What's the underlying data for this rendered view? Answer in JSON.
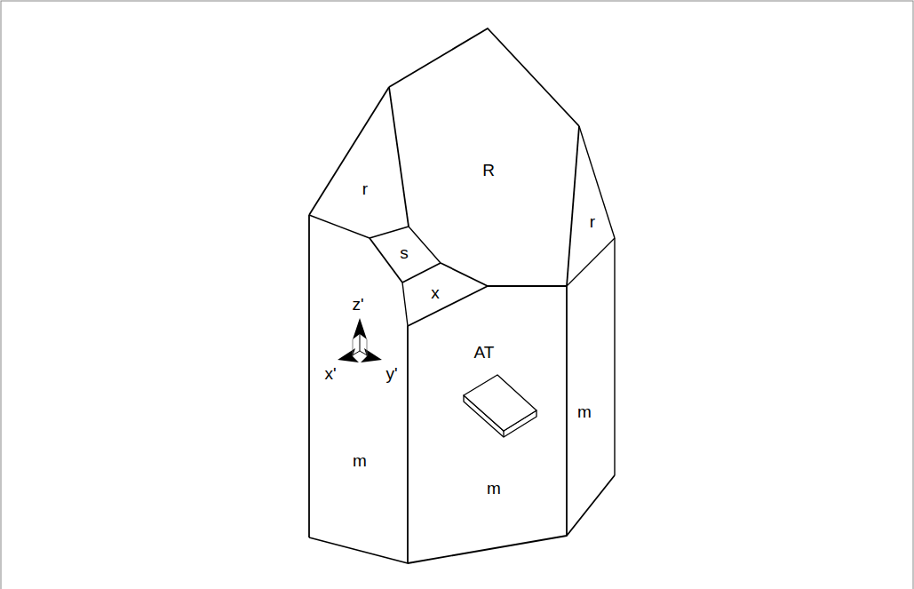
{
  "diagram": {
    "labels": [
      "r",
      "R",
      "r",
      "s",
      "x",
      "z'",
      "AT",
      "x'",
      "y'",
      "m",
      "m",
      "m"
    ]
  }
}
